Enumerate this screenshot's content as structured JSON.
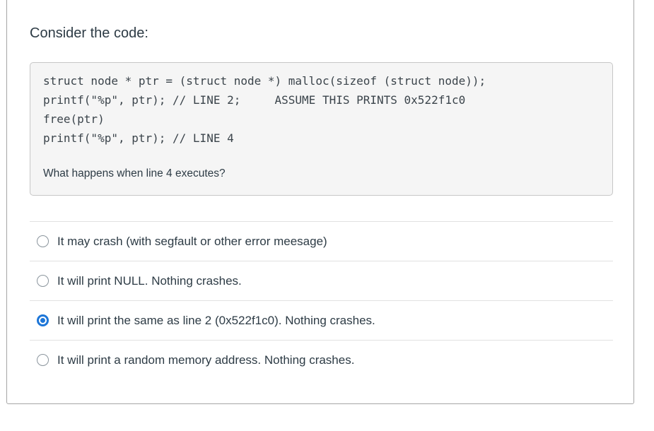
{
  "colors": {
    "accent": "#1d76d8",
    "card_border": "#a6a6a6",
    "code_background": "#f5f5f5",
    "divider": "#e1e1e1",
    "text": "#2d3b45"
  },
  "question": {
    "prompt": "Consider the code:",
    "code": "struct node * ptr = (struct node *) malloc(sizeof (struct node));\nprintf(\"%p\", ptr); // LINE 2;     ASSUME THIS PRINTS 0x522f1c0\nfree(ptr)\nprintf(\"%p\", ptr); // LINE 4",
    "text": "What happens when line 4 executes?"
  },
  "answers": {
    "selected_index": 2,
    "options": [
      {
        "label": "It may crash (with segfault or other error meesage)"
      },
      {
        "label": "It will print NULL. Nothing crashes."
      },
      {
        "label": "It will print the same as line 2 (0x522f1c0). Nothing crashes."
      },
      {
        "label": "It will print a random memory address. Nothing crashes."
      }
    ]
  }
}
